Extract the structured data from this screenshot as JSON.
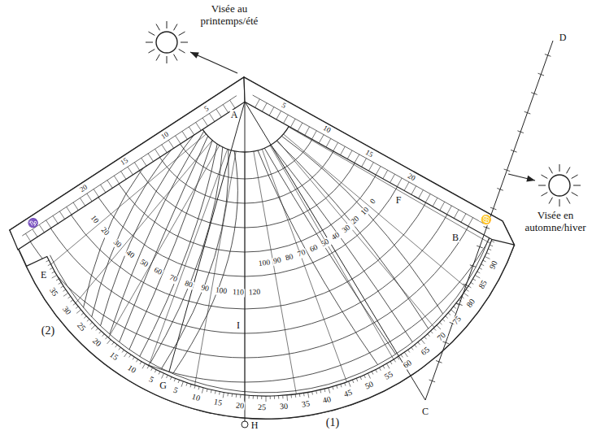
{
  "diagram": {
    "labels": [
      "Visée au printemps/été",
      "Visée en automne/hiver",
      "A",
      "B",
      "C",
      "D",
      "E",
      "F",
      "G",
      "H",
      "I",
      "(1)",
      "(2)",
      "♋",
      "♑",
      "5",
      "10",
      "15",
      "20",
      "25",
      "30",
      "35",
      "40",
      "45",
      "50",
      "55",
      "60",
      "65",
      "70",
      "75",
      "80",
      "85",
      "90",
      "35",
      "30",
      "25",
      "20",
      "15",
      "10",
      "5",
      "20",
      "15",
      "10",
      "5",
      "5",
      "10",
      "15",
      "20",
      "10",
      "20",
      "30",
      "40",
      "50",
      "60",
      "70",
      "80",
      "90",
      "100",
      "110",
      "120",
      "100",
      "90",
      "80",
      "70",
      "60",
      "50",
      "40",
      "30",
      "20",
      "10",
      "0"
    ]
  }
}
